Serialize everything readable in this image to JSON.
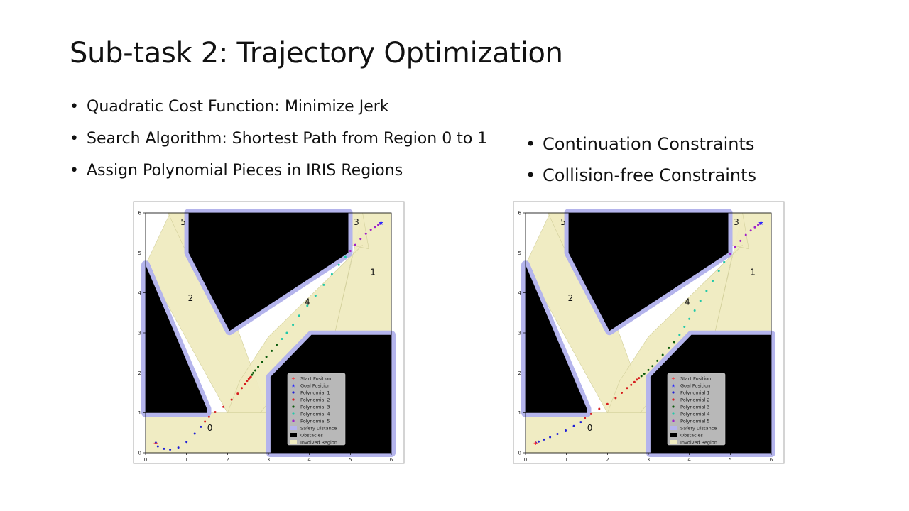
{
  "slide": {
    "title": "Sub-task 2: Trajectory Optimization",
    "bullets_left": [
      "Quadratic Cost Function: Minimize Jerk",
      "Search Algorithm: Shortest Path from Region 0 to 1",
      "Assign Polynomial Pieces in IRIS Regions"
    ],
    "bullets_right": [
      "Continuation Constraints",
      "Collision-free Constraints"
    ]
  },
  "colors": {
    "obstacle": "#000000",
    "safety": "#b4b4ec",
    "region": "#efebc0",
    "region_edge": "#d2cf9a",
    "start": "#ff2a2a",
    "goal": "#2a2aff",
    "poly1": "#1f1fd6",
    "poly2": "#d61f1f",
    "poly3": "#0a5a0a",
    "poly4": "#22c8a8",
    "poly5": "#a020c8"
  },
  "chart_data": [
    {
      "type": "scatter",
      "panel": "left",
      "xlim": [
        0,
        6
      ],
      "ylim": [
        0,
        6
      ],
      "xticks": [
        0,
        1,
        2,
        3,
        4,
        5,
        6
      ],
      "yticks": [
        0,
        1,
        2,
        3,
        4,
        5,
        6
      ],
      "region_labels": [
        {
          "label": "0",
          "x": 1.57,
          "y": 0.55
        },
        {
          "label": "1",
          "x": 5.55,
          "y": 4.45
        },
        {
          "label": "2",
          "x": 1.1,
          "y": 3.8
        },
        {
          "label": "3",
          "x": 5.15,
          "y": 5.7
        },
        {
          "label": "4",
          "x": 3.95,
          "y": 3.7
        },
        {
          "label": "5",
          "x": 0.92,
          "y": 5.7
        }
      ],
      "legend": {
        "position": "lower-right",
        "entries": [
          "Start Position",
          "Goal Position",
          "Polynomial 1",
          "Polynomial 2",
          "Polynomial 3",
          "Polynomial 4",
          "Polynomial 5",
          "Safety Distance",
          "Obstacles",
          "Involved Region"
        ]
      },
      "start": [
        0.25,
        0.25
      ],
      "goal": [
        5.75,
        5.75
      ],
      "series": [
        {
          "name": "Polynomial 1",
          "points": [
            [
              0.25,
              0.25
            ],
            [
              0.3,
              0.16
            ],
            [
              0.45,
              0.1
            ],
            [
              0.6,
              0.08
            ],
            [
              0.8,
              0.13
            ],
            [
              1.0,
              0.27
            ],
            [
              1.2,
              0.48
            ],
            [
              1.35,
              0.65
            ]
          ]
        },
        {
          "name": "Polynomial 2",
          "points": [
            [
              1.45,
              0.78
            ],
            [
              1.55,
              0.9
            ],
            [
              1.7,
              1.02
            ],
            [
              1.9,
              1.15
            ],
            [
              2.1,
              1.33
            ],
            [
              2.25,
              1.48
            ],
            [
              2.35,
              1.62
            ],
            [
              2.43,
              1.72
            ],
            [
              2.48,
              1.8
            ],
            [
              2.52,
              1.85
            ],
            [
              2.55,
              1.88
            ],
            [
              2.57,
              1.9
            ]
          ]
        },
        {
          "name": "Polynomial 3",
          "points": [
            [
              2.6,
              1.95
            ],
            [
              2.63,
              2.0
            ],
            [
              2.68,
              2.06
            ],
            [
              2.75,
              2.15
            ],
            [
              2.85,
              2.27
            ],
            [
              2.95,
              2.4
            ],
            [
              3.08,
              2.55
            ],
            [
              3.2,
              2.7
            ]
          ]
        },
        {
          "name": "Polynomial 4",
          "points": [
            [
              3.33,
              2.85
            ],
            [
              3.45,
              3.0
            ],
            [
              3.6,
              3.2
            ],
            [
              3.75,
              3.43
            ],
            [
              3.95,
              3.68
            ],
            [
              4.15,
              3.93
            ],
            [
              4.35,
              4.2
            ],
            [
              4.55,
              4.47
            ],
            [
              4.72,
              4.7
            ],
            [
              4.88,
              4.9
            ]
          ]
        },
        {
          "name": "Polynomial 5",
          "points": [
            [
              5.0,
              5.05
            ],
            [
              5.12,
              5.2
            ],
            [
              5.25,
              5.35
            ],
            [
              5.38,
              5.48
            ],
            [
              5.5,
              5.58
            ],
            [
              5.6,
              5.65
            ],
            [
              5.68,
              5.7
            ],
            [
              5.73,
              5.73
            ]
          ]
        }
      ]
    },
    {
      "type": "scatter",
      "panel": "right",
      "xlim": [
        0,
        6
      ],
      "ylim": [
        0,
        6
      ],
      "xticks": [
        0,
        1,
        2,
        3,
        4,
        5,
        6
      ],
      "yticks": [
        0,
        1,
        2,
        3,
        4,
        5,
        6
      ],
      "region_labels": [
        {
          "label": "0",
          "x": 1.57,
          "y": 0.55
        },
        {
          "label": "1",
          "x": 5.55,
          "y": 4.45
        },
        {
          "label": "2",
          "x": 1.1,
          "y": 3.8
        },
        {
          "label": "3",
          "x": 5.15,
          "y": 5.7
        },
        {
          "label": "4",
          "x": 3.95,
          "y": 3.7
        },
        {
          "label": "5",
          "x": 0.92,
          "y": 5.7
        }
      ],
      "legend": {
        "position": "lower-right",
        "entries": [
          "Start Position",
          "Goal Position",
          "Polynomial 1",
          "Polynomial 2",
          "Polynomial 3",
          "Polynomial 4",
          "Polynomial 5",
          "Safety Distance",
          "Obstacles",
          "Involved Region"
        ]
      },
      "start": [
        0.25,
        0.25
      ],
      "goal": [
        5.75,
        5.75
      ],
      "series": [
        {
          "name": "Polynomial 1",
          "points": [
            [
              0.25,
              0.25
            ],
            [
              0.32,
              0.28
            ],
            [
              0.45,
              0.33
            ],
            [
              0.6,
              0.39
            ],
            [
              0.78,
              0.47
            ],
            [
              0.98,
              0.56
            ],
            [
              1.18,
              0.67
            ],
            [
              1.35,
              0.77
            ]
          ]
        },
        {
          "name": "Polynomial 2",
          "points": [
            [
              1.45,
              0.87
            ],
            [
              1.6,
              0.97
            ],
            [
              1.8,
              1.1
            ],
            [
              2.0,
              1.22
            ],
            [
              2.2,
              1.37
            ],
            [
              2.35,
              1.5
            ],
            [
              2.48,
              1.62
            ],
            [
              2.58,
              1.7
            ],
            [
              2.66,
              1.77
            ],
            [
              2.72,
              1.83
            ],
            [
              2.77,
              1.87
            ]
          ]
        },
        {
          "name": "Polynomial 3",
          "points": [
            [
              2.83,
              1.92
            ],
            [
              2.9,
              1.98
            ],
            [
              3.0,
              2.07
            ],
            [
              3.1,
              2.17
            ],
            [
              3.22,
              2.3
            ],
            [
              3.35,
              2.45
            ],
            [
              3.5,
              2.62
            ],
            [
              3.63,
              2.77
            ]
          ]
        },
        {
          "name": "Polynomial 4",
          "points": [
            [
              3.76,
              2.95
            ],
            [
              3.88,
              3.15
            ],
            [
              4.0,
              3.35
            ],
            [
              4.13,
              3.56
            ],
            [
              4.27,
              3.8
            ],
            [
              4.42,
              4.05
            ],
            [
              4.57,
              4.3
            ],
            [
              4.72,
              4.55
            ],
            [
              4.85,
              4.77
            ]
          ]
        },
        {
          "name": "Polynomial 5",
          "points": [
            [
              5.0,
              4.98
            ],
            [
              5.12,
              5.15
            ],
            [
              5.25,
              5.3
            ],
            [
              5.38,
              5.45
            ],
            [
              5.5,
              5.56
            ],
            [
              5.6,
              5.64
            ],
            [
              5.68,
              5.7
            ],
            [
              5.73,
              5.73
            ]
          ]
        }
      ]
    }
  ]
}
